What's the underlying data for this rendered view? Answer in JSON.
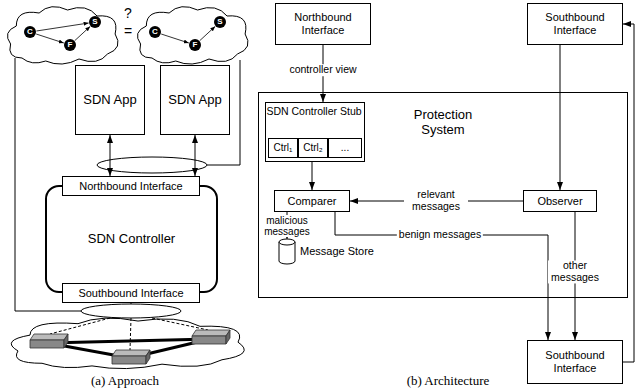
{
  "diagram": {
    "nodes": [
      {
        "text": [
          "C"
        ]
      },
      {
        "text": [
          "F"
        ]
      },
      {
        "text": [
          "S"
        ]
      },
      {
        "text": [
          "C"
        ]
      },
      {
        "text": [
          "F"
        ]
      },
      {
        "text": [
          "S"
        ]
      },
      {
        "text": [
          "SDN App"
        ]
      },
      {
        "text": [
          "SDN App"
        ]
      },
      {
        "text": [
          "SDN Controller"
        ]
      },
      {
        "text": [
          "Northbound Interface"
        ],
        "in": 8
      },
      {
        "text": [
          "Southbound Interface"
        ],
        "in": 8
      },
      {
        "text": [
          "Northbound Interface"
        ]
      },
      {
        "text": [
          "Southbound Interface"
        ]
      },
      {
        "text": [
          "Protection System"
        ]
      },
      {
        "text": [
          "SDN Controller Stub"
        ],
        "in": 13
      },
      {
        "text": [
          "Ctrl₁"
        ],
        "in": 14
      },
      {
        "text": [
          "Ctrl₂"
        ],
        "in": 14
      },
      {
        "text": [
          "..."
        ],
        "in": 14
      },
      {
        "text": [
          "Comparer"
        ],
        "in": 13
      },
      {
        "text": [
          "Observer"
        ],
        "in": 13
      },
      {
        "text": [
          "Message Store"
        ],
        "in": 13
      },
      {
        "text": [
          "Southbound Interface"
        ]
      }
    ],
    "edges": [
      {
        "from": 0,
        "to": 2,
        "arrow": "to"
      },
      {
        "from": 0,
        "to": 1,
        "arrow": "to"
      },
      {
        "from": 1,
        "to": 2,
        "arrow": "to"
      },
      {
        "from": 3,
        "to": 4,
        "arrow": "to"
      },
      {
        "from": 4,
        "to": 5,
        "arrow": "to"
      },
      {
        "from": 6,
        "to": 9,
        "arrow": "both"
      },
      {
        "from": 7,
        "to": 9,
        "arrow": "both"
      },
      {
        "from": 11,
        "to": 14,
        "label": "controller view",
        "arrow": "to"
      },
      {
        "from": 14,
        "to": 18,
        "arrow": "to"
      },
      {
        "from": 12,
        "to": 19,
        "arrow": "to"
      },
      {
        "from": 19,
        "to": 18,
        "label": "relevant messages",
        "arrow": "to"
      },
      {
        "from": 18,
        "to": 20,
        "label": "malicious messages",
        "arrow": "to"
      },
      {
        "from": 18,
        "to": 21,
        "label": "benign messages",
        "arrow": "to"
      },
      {
        "from": 19,
        "to": 21,
        "label": "other messages",
        "arrow": "to"
      },
      {
        "from": 21,
        "to": 12,
        "arrow": "to"
      }
    ],
    "labels": [
      "?",
      "=",
      "(a) Approach",
      "(b) Architecture"
    ]
  }
}
